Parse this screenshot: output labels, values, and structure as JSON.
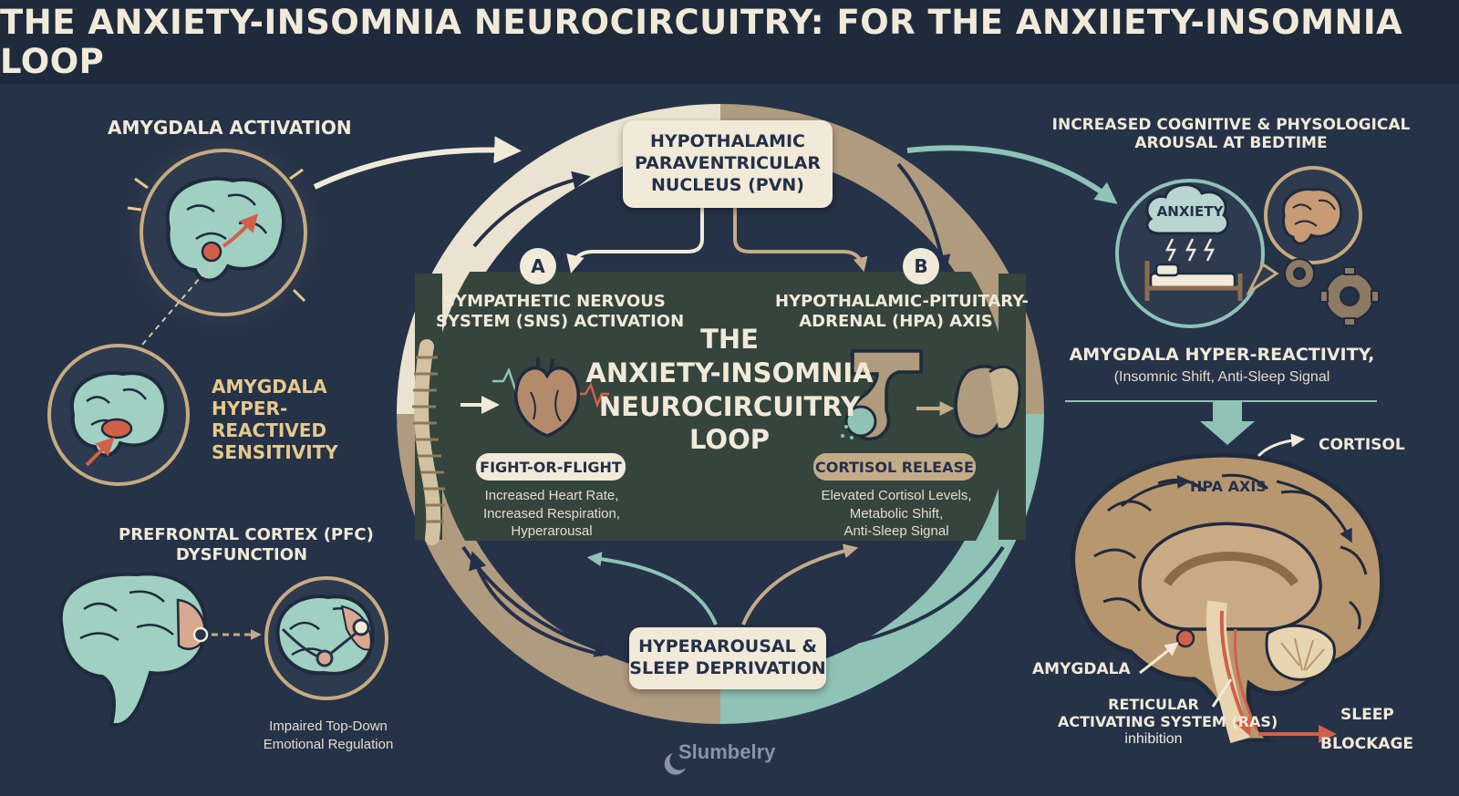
{
  "title": "THE ANXIETY-INSOMNIA NEUROCIRCUITRY: FOR THE ANXIIETY-INSOMNIA LOOP",
  "colors": {
    "background": "#253248",
    "cream": "#f1ead8",
    "tan": "#b09b7f",
    "teal": "#8ec3b6",
    "dark_green": "#35443d",
    "accent_red": "#d1604a"
  },
  "left": {
    "amygdala_activation": "AMYGDALA ACTIVATION",
    "hyper_label": [
      "AMYGDALA",
      "HYPER-",
      "REACTIVED",
      "SENSITIVITY"
    ],
    "pfc_title": [
      "PREFRONTAL CORTEX (PFC)",
      "DYSFUNCTION"
    ],
    "pfc_caption": [
      "Impaired Top-Down",
      "Emotional Regulation"
    ]
  },
  "loop": {
    "pvn": [
      "HYPOTHALAMIC",
      "PARAVENTRICULAR",
      "NUCLEUS (PVN)"
    ],
    "badge_a": "A",
    "badge_b": "B",
    "sns_title": [
      "SYMPATHETIC NERVOUS",
      "SYSTEM (SNS) ACTIVATION"
    ],
    "hpa_title": [
      "HYPOTHALAMIC-PITUITARY-",
      "ADRENAL (HPA) AXIS"
    ],
    "center": [
      "THE",
      "ANXIETY-INSOMNIA",
      "NEUROCIRCUITRY",
      "LOOP"
    ],
    "fight_pill": "FIGHT-OR-FLIGHT",
    "fight_desc": [
      "Increased Heart Rate,",
      "Increased Respiration,",
      "Hyperarousal"
    ],
    "cortisol_pill": "CORTISOL RELEASE",
    "cortisol_desc": [
      "Elevated Cortisol Levels,",
      "Metabolic Shift,",
      "Anti-Sleep Signal"
    ],
    "bottom_box": [
      "HYPERAROUSAL &",
      "SLEEP DEPRIVATION"
    ]
  },
  "right": {
    "arousal_title": [
      "INCREASED COGNITIVE & PHYSOLOGICAL",
      "AROUSAL AT BEDTIME"
    ],
    "cloud": "ANXIETY",
    "hyper_title": "AMYGDALA HYPER-REACTIVITY,",
    "hyper_sub": "(Insomnic Shift, Anti-Sleep Signal",
    "cortisol": "CORTISOL",
    "hpa_axis": "HPA AXIS",
    "amygdala": "AMYGDALA",
    "ras": [
      "RETICULAR",
      "ACTIVATING SYSTEM (RAS)",
      "inhibition"
    ],
    "sleep_blockage": [
      "SLEEP",
      "BLOCKAGE"
    ]
  },
  "brand": "Slumbelry"
}
